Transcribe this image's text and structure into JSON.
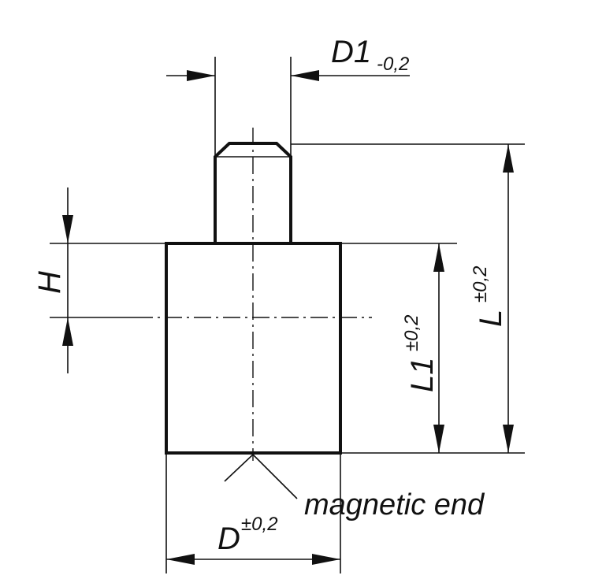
{
  "labels": {
    "d1": "D1",
    "d1_tol": "-0,2",
    "h": "H",
    "l1": "L1",
    "l1_tol": "±0,2",
    "l": "L",
    "l_tol": "±0,2",
    "d": "D",
    "d_tol": "±0,2",
    "magnetic_end": "magnetic end"
  }
}
